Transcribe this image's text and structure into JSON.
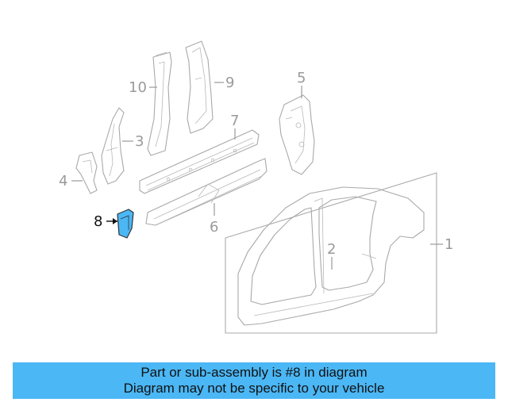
{
  "diagram": {
    "callouts": [
      {
        "id": "1",
        "label": "1"
      },
      {
        "id": "2",
        "label": "2"
      },
      {
        "id": "3",
        "label": "3"
      },
      {
        "id": "4",
        "label": "4"
      },
      {
        "id": "5",
        "label": "5"
      },
      {
        "id": "6",
        "label": "6"
      },
      {
        "id": "7",
        "label": "7"
      },
      {
        "id": "8",
        "label": "8"
      },
      {
        "id": "9",
        "label": "9"
      },
      {
        "id": "10",
        "label": "10"
      }
    ],
    "highlighted_part": "8",
    "highlight_color": "#4bb7f5"
  },
  "banner": {
    "line1": "Part or sub-assembly is #8 in diagram",
    "line2": "Diagram may not be specific to your vehicle",
    "background": "#4bb7f5"
  }
}
